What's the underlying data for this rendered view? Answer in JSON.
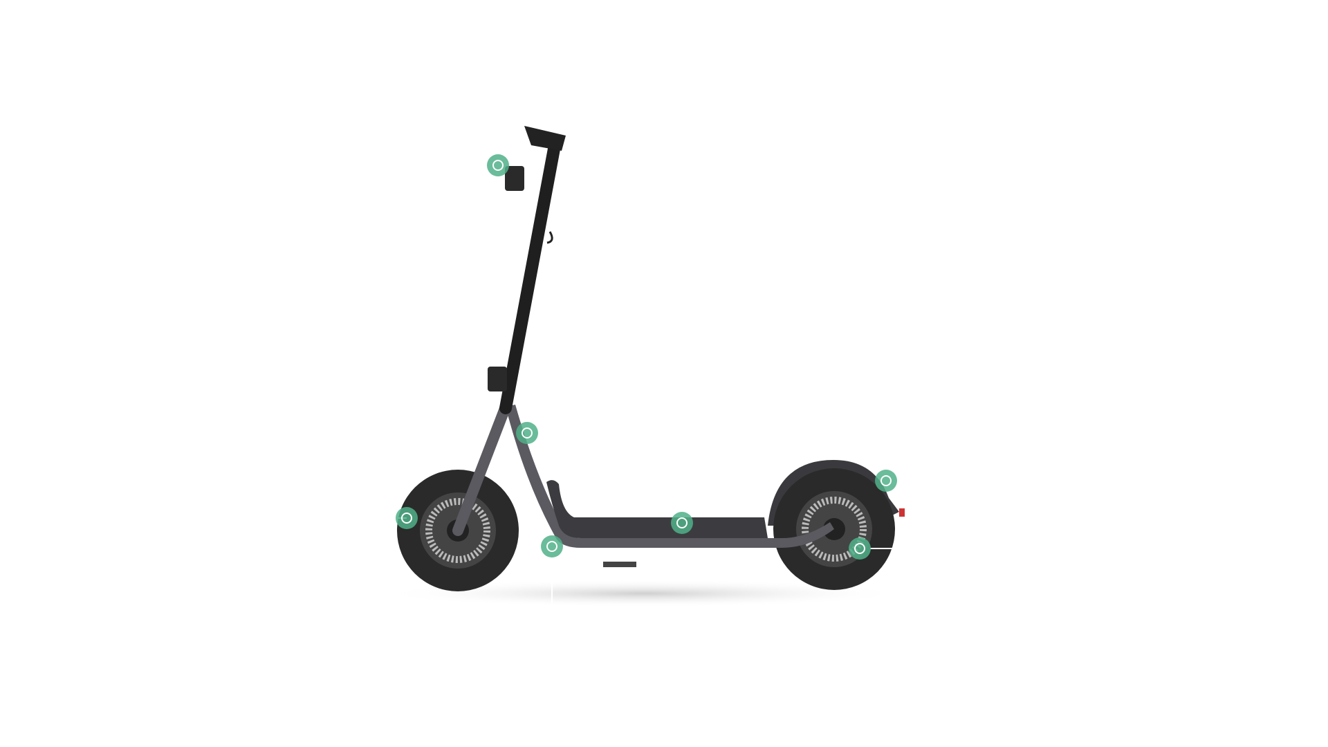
{
  "product": {
    "name_icon": "electric-scooter-image",
    "colors": {
      "frame": "#5a5a60",
      "tire": "#2a2a2a",
      "stem": "#1f1f1f",
      "hotspot": "#50b088"
    }
  },
  "hotspots": [
    {
      "id": "handlebar"
    },
    {
      "id": "neck"
    },
    {
      "id": "front-wheel"
    },
    {
      "id": "frame-underside"
    },
    {
      "id": "deck"
    },
    {
      "id": "rear-fender"
    },
    {
      "id": "rear-motor"
    }
  ]
}
